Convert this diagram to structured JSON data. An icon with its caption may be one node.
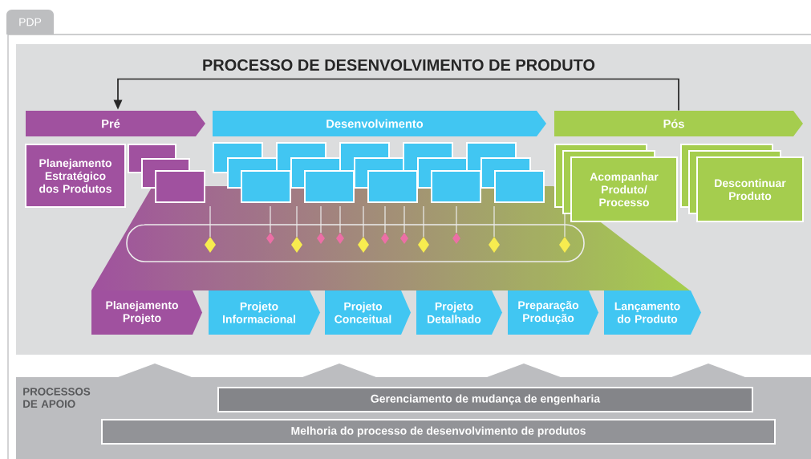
{
  "diagram": {
    "title": "PROCESSO DE DESENVOLVIMENTO DE PRODUTO",
    "nodes": [
      {
        "text": [
          "PDP"
        ]
      },
      {
        "text": [
          "Pré"
        ]
      },
      {
        "text": [
          "Desenvolvimento"
        ]
      },
      {
        "text": [
          "Pós"
        ]
      },
      {
        "text": [
          "Planejamento Estratégico dos Produtos"
        ]
      },
      {
        "text": [],
        "shape": "box"
      },
      {
        "text": [],
        "shape": "box"
      },
      {
        "text": [],
        "shape": "box"
      },
      {
        "text": [],
        "shape": "box"
      },
      {
        "text": [],
        "shape": "box"
      },
      {
        "text": [],
        "shape": "box"
      },
      {
        "text": [],
        "shape": "box"
      },
      {
        "text": [],
        "shape": "box"
      },
      {
        "text": [],
        "shape": "box"
      },
      {
        "text": [],
        "shape": "box"
      },
      {
        "text": [],
        "shape": "box"
      },
      {
        "text": [],
        "shape": "box"
      },
      {
        "text": [],
        "shape": "box"
      },
      {
        "text": [],
        "shape": "box"
      },
      {
        "text": [],
        "shape": "box"
      },
      {
        "text": [],
        "shape": "box"
      },
      {
        "text": [],
        "shape": "box"
      },
      {
        "text": [],
        "shape": "box"
      },
      {
        "text": [
          "Acompanhar Produto/ Processo"
        ]
      },
      {
        "text": [
          "Descontinuar Produto"
        ]
      },
      {
        "text": [
          "Planejamento Projeto"
        ]
      },
      {
        "text": [
          "Projeto Informacional"
        ]
      },
      {
        "text": [
          "Projeto Conceitual"
        ]
      },
      {
        "text": [
          "Projeto Detalhado"
        ]
      },
      {
        "text": [
          "Preparação Produção"
        ]
      },
      {
        "text": [
          "Lançamento do Produto"
        ]
      },
      {
        "text": [
          "PROCESSOS DE APOIO"
        ]
      },
      {
        "text": [
          "Gerenciamento de mudança de engenharia"
        ],
        "in": 31
      },
      {
        "text": [
          "Melhoria do processo de desenvolvimento de produtos"
        ],
        "in": 31
      }
    ],
    "edges": [
      {
        "from": 3,
        "to": 1,
        "arrow": "to"
      }
    ]
  }
}
